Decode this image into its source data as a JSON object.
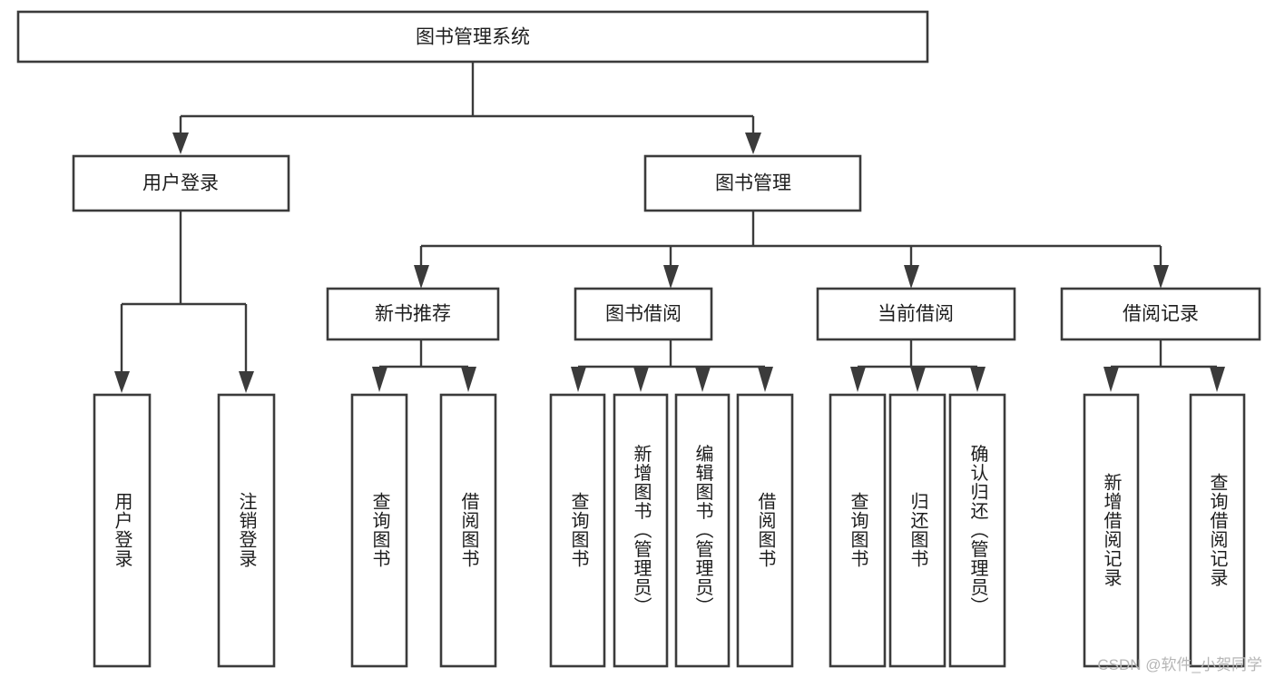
{
  "diagram": {
    "kind": "tree-hierarchy",
    "title_node": {
      "label": "图书管理系统"
    },
    "colors": {
      "box_fill": "#ffffff",
      "box_stroke": "#3b3b3b",
      "connector": "#3b3b3b",
      "text": "#1d1d1d",
      "background": "#ffffff",
      "watermark": "#b6b6b6"
    },
    "level1": [
      {
        "id": "user-login",
        "label": "用户登录"
      },
      {
        "id": "book-management",
        "label": "图书管理"
      }
    ],
    "level2": [
      {
        "id": "new-book-recommend",
        "label": "新书推荐",
        "parent": "book-management"
      },
      {
        "id": "book-borrow",
        "label": "图书借阅",
        "parent": "book-management"
      },
      {
        "id": "current-borrow",
        "label": "当前借阅",
        "parent": "book-management"
      },
      {
        "id": "borrow-record",
        "label": "借阅记录",
        "parent": "book-management"
      }
    ],
    "leaves": {
      "user-login": [
        {
          "id": "leaf-user-login",
          "label": "用户登录"
        },
        {
          "id": "leaf-user-logout",
          "label": "注销登录"
        }
      ],
      "new-book-recommend": [
        {
          "id": "leaf-query-book-1",
          "label": "查询图书"
        },
        {
          "id": "leaf-borrow-book-1",
          "label": "借阅图书"
        }
      ],
      "book-borrow": [
        {
          "id": "leaf-query-book-2",
          "label": "查询图书"
        },
        {
          "id": "leaf-add-book",
          "label": "新增图书（管理员）"
        },
        {
          "id": "leaf-edit-book",
          "label": "编辑图书（管理员）"
        },
        {
          "id": "leaf-borrow-book-2",
          "label": "借阅图书"
        }
      ],
      "current-borrow": [
        {
          "id": "leaf-query-book-3",
          "label": "查询图书"
        },
        {
          "id": "leaf-return-book",
          "label": "归还图书"
        },
        {
          "id": "leaf-confirm-return",
          "label": "确认归还（管理员）"
        }
      ],
      "borrow-record": [
        {
          "id": "leaf-add-record",
          "label": "新增借阅记录"
        },
        {
          "id": "leaf-query-record",
          "label": "查询借阅记录"
        }
      ]
    }
  },
  "watermark": {
    "text": "CSDN @软件_小贺同学"
  }
}
